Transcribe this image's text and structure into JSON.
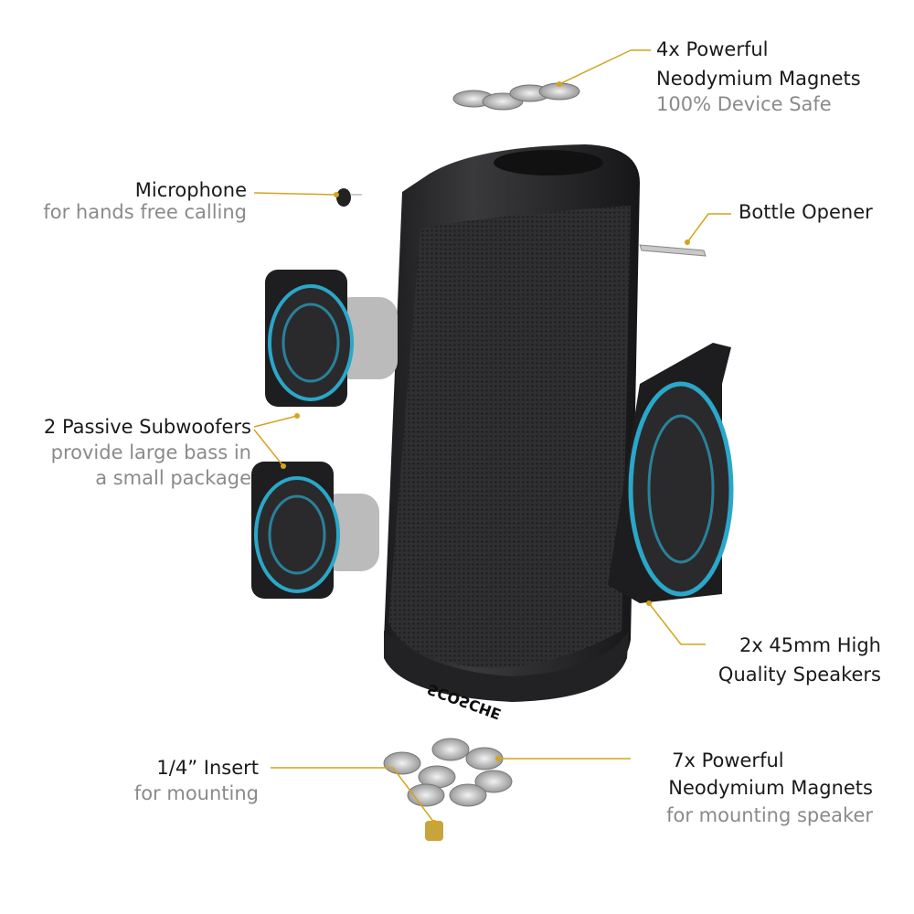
{
  "callouts": {
    "top_magnets": {
      "line1": "4x Powerful",
      "line2": "Neodymium Magnets",
      "sub": "100% Device Safe"
    },
    "microphone": {
      "title": "Microphone",
      "sub": "for hands free calling"
    },
    "bottle_opener": {
      "title": "Bottle Opener"
    },
    "subwoofers": {
      "title": "2 Passive Subwoofers",
      "sub1": "provide large bass in",
      "sub2": "a small package"
    },
    "speakers": {
      "line1": "2x 45mm High",
      "line2": "Quality Speakers"
    },
    "insert": {
      "title": "1/4” Insert",
      "sub": "for mounting"
    },
    "bottom_magnets": {
      "line1": "7x Powerful",
      "line2": "Neodymium Magnets",
      "sub": "for mounting speaker"
    }
  },
  "logo": "SCOSCHE",
  "colors": {
    "leader": "#d4a41c",
    "body": "#2a2a2c",
    "accent_blue": "#2aa7c9"
  }
}
